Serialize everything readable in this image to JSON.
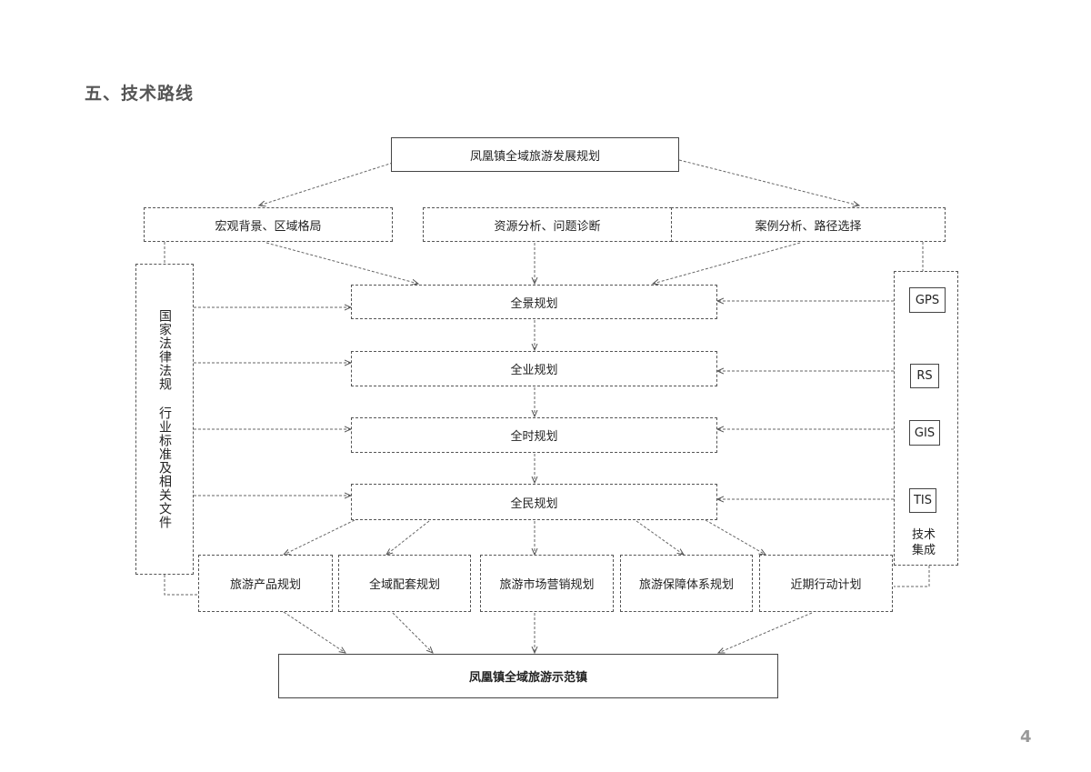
{
  "page": {
    "title": "五、技术路线",
    "page_number": "4"
  },
  "diagram": {
    "top": "凤凰镇全域旅游发展规划",
    "inputs": [
      "宏观背景、区域格局",
      "资源分析、问题诊断",
      "案例分析、路径选择"
    ],
    "left_panel": "国家法律法规  行业标准及相关文件",
    "stages": [
      "全景规划",
      "全业规划",
      "全时规划",
      "全民规划"
    ],
    "tech": {
      "items": [
        "GPS",
        "RS",
        "GIS",
        "TIS"
      ],
      "label_line1": "技术",
      "label_line2": "集成"
    },
    "outputs": [
      "旅游产品规划",
      "全域配套规划",
      "旅游市场营销规划",
      "旅游保障体系规划",
      "近期行动计划"
    ],
    "bottom": "凤凰镇全域旅游示范镇"
  }
}
